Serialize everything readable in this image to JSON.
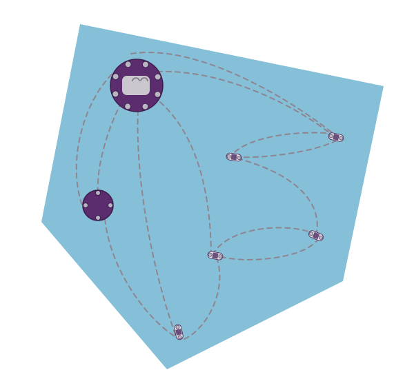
{
  "colors": {
    "background": "#ffffff",
    "fabric": "#86bfd8",
    "board": "#5b2d6e",
    "board_edge": "#3e1d4d",
    "pad": "#b9b6c2",
    "battery_holder": "#c9c6ce",
    "wire": "#8e8590",
    "led_body": "#e8e6ea",
    "led_core": "#6a4f7a"
  },
  "diagram": {
    "nodes": [
      {
        "id": "main-board",
        "kind": "sewable-microcontroller",
        "icon": "round-board-with-battery-holder"
      },
      {
        "id": "secondary-board",
        "kind": "sewable-module",
        "icon": "round-board"
      },
      {
        "id": "led-1",
        "kind": "sewable-led",
        "icon": "led-icon"
      },
      {
        "id": "led-2",
        "kind": "sewable-led",
        "icon": "led-icon"
      },
      {
        "id": "led-3",
        "kind": "sewable-led",
        "icon": "led-icon"
      },
      {
        "id": "led-4",
        "kind": "sewable-led",
        "icon": "led-icon"
      },
      {
        "id": "led-5",
        "kind": "sewable-led",
        "icon": "led-icon"
      }
    ],
    "connections": [
      {
        "from": "main-board",
        "to": "led-1"
      },
      {
        "from": "main-board",
        "to": "led-1"
      },
      {
        "from": "led-1",
        "to": "led-2"
      },
      {
        "from": "led-1",
        "to": "led-2"
      },
      {
        "from": "led-2",
        "to": "led-3"
      },
      {
        "from": "led-3",
        "to": "led-4"
      },
      {
        "from": "led-3",
        "to": "led-4"
      },
      {
        "from": "led-4",
        "to": "led-5"
      },
      {
        "from": "led-4",
        "to": "led-5"
      },
      {
        "from": "main-board",
        "to": "secondary-board"
      },
      {
        "from": "main-board",
        "to": "secondary-board"
      },
      {
        "from": "secondary-board",
        "to": "led-5"
      }
    ]
  }
}
